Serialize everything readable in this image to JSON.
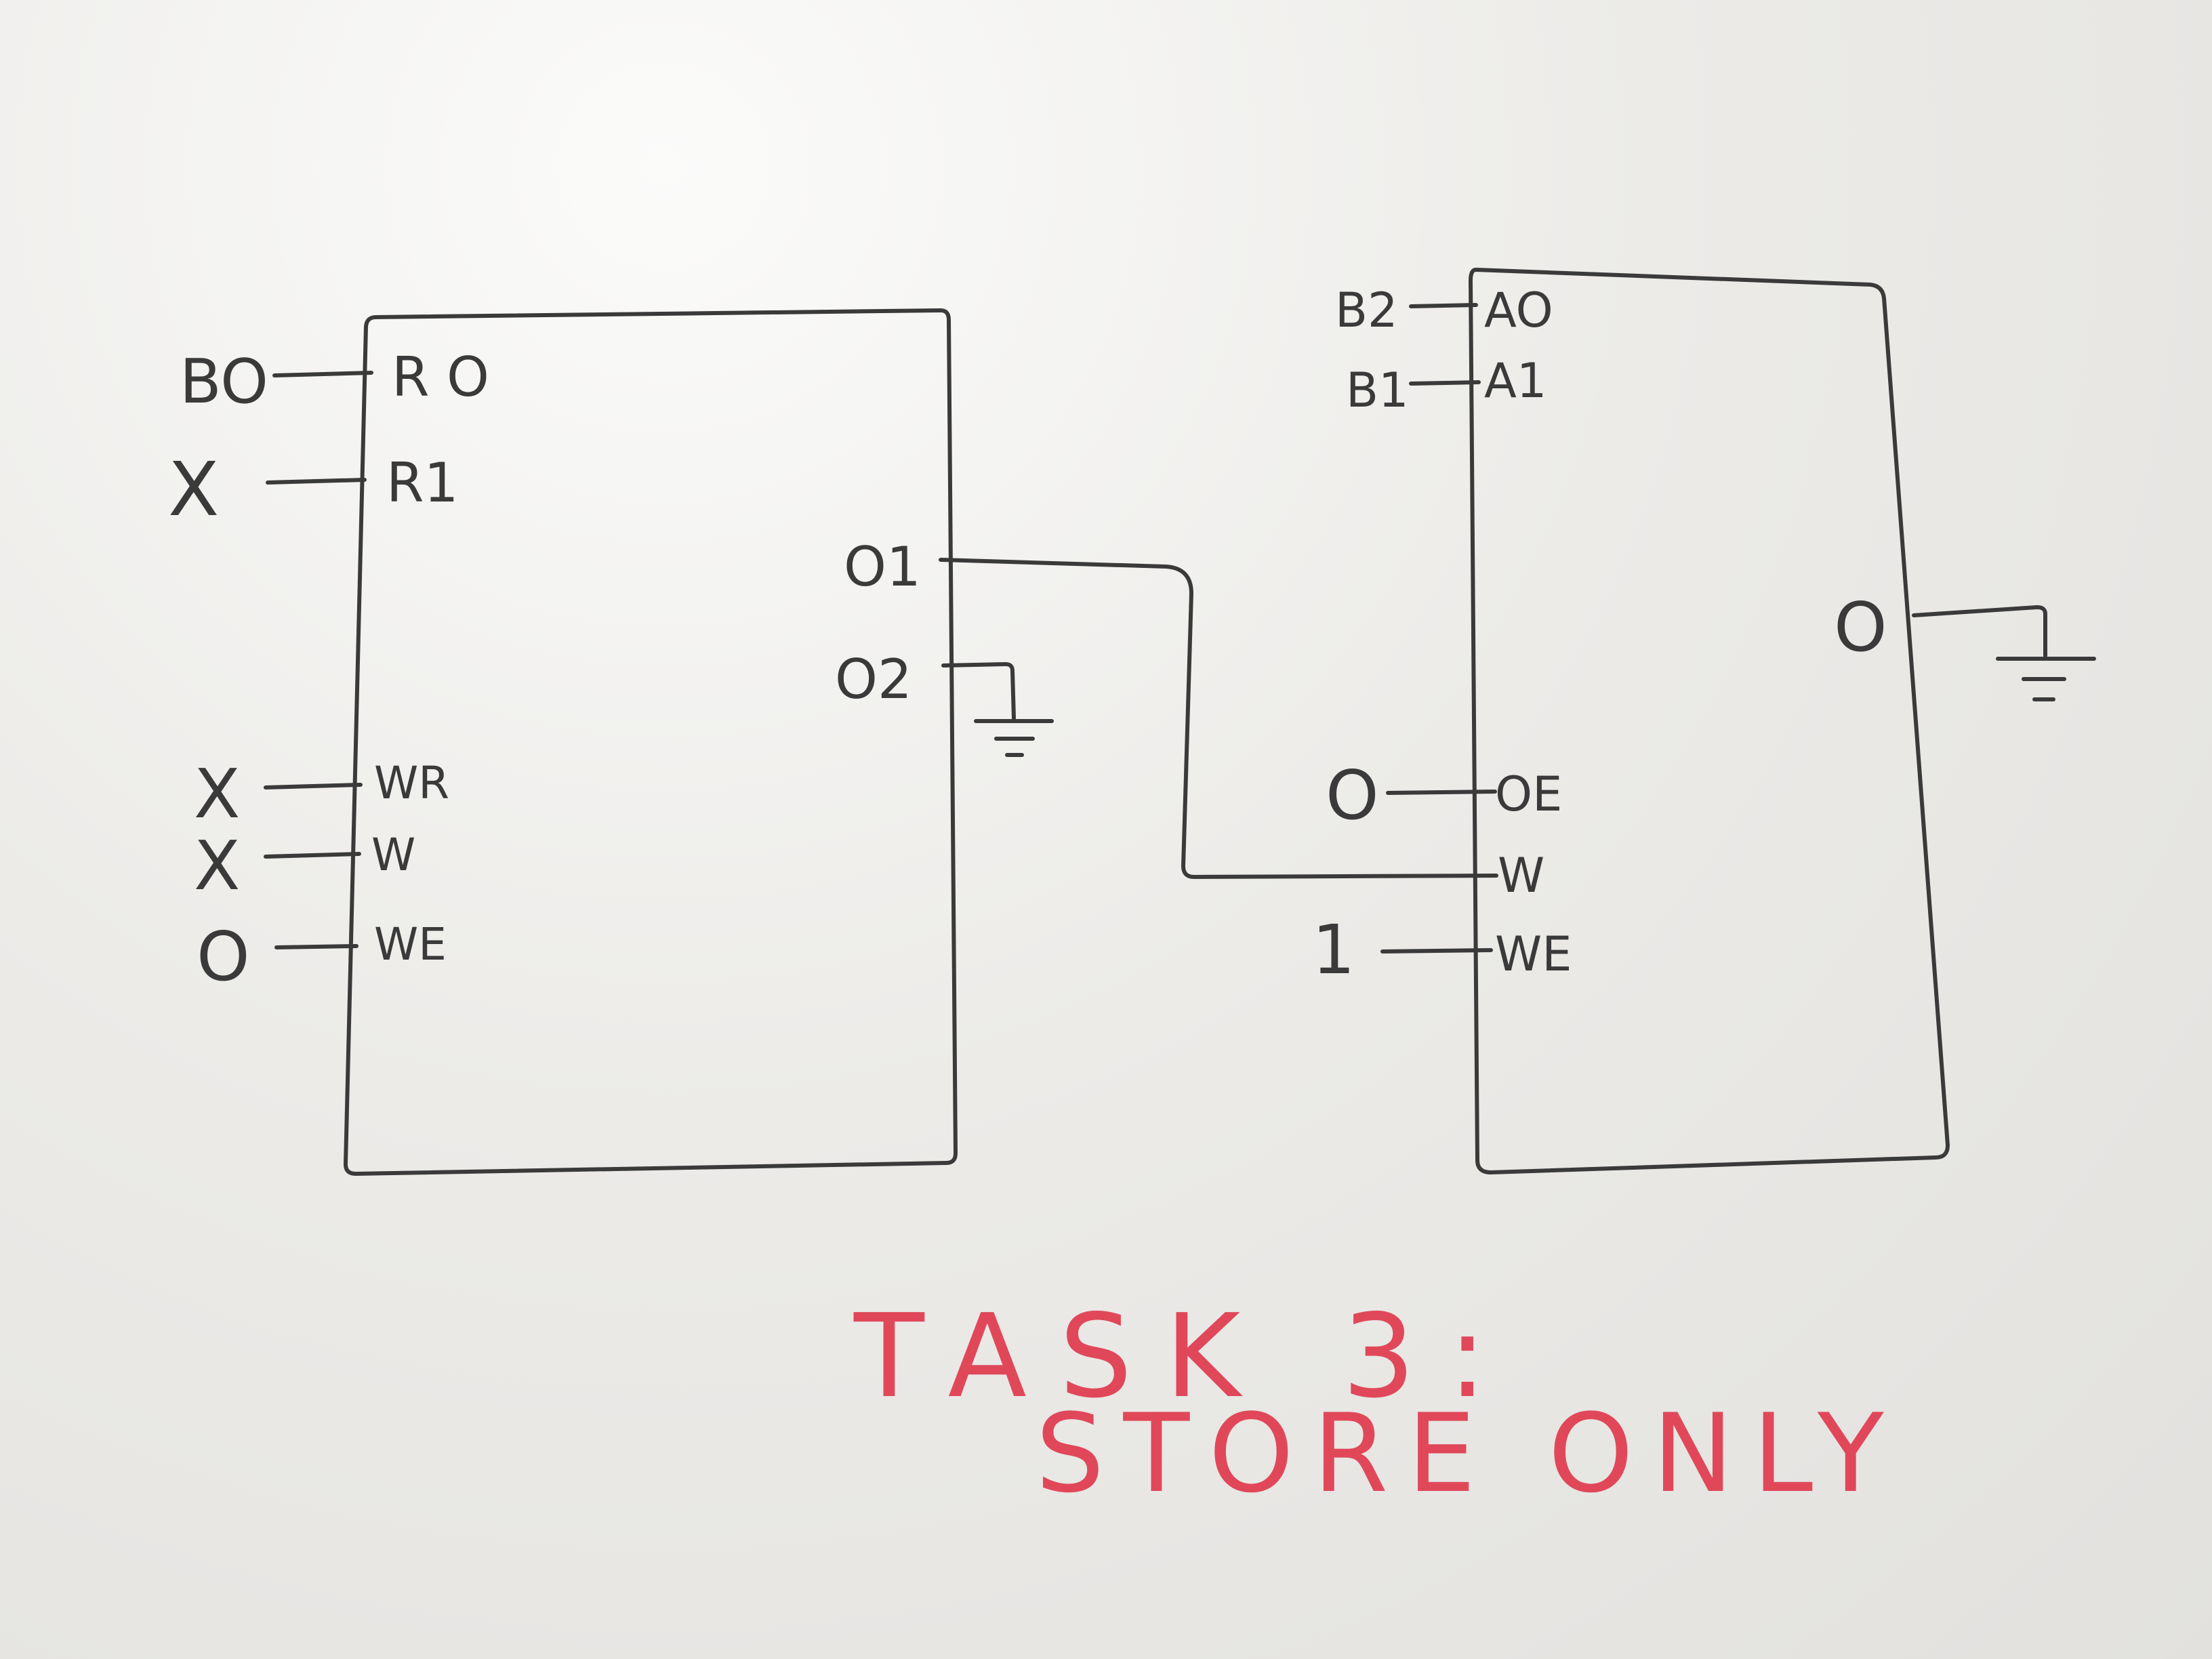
{
  "left_block": {
    "inputs": [
      {
        "signal": "BO",
        "pin": "R O"
      },
      {
        "signal": "X",
        "pin": "R1"
      },
      {
        "signal": "X",
        "pin": "WR"
      },
      {
        "signal": "X",
        "pin": "W"
      },
      {
        "signal": "O",
        "pin": "WE"
      }
    ],
    "outputs": [
      {
        "pin": "O1"
      },
      {
        "pin": "O2"
      }
    ]
  },
  "right_block": {
    "inputs": [
      {
        "signal": "B2",
        "pin": "AO"
      },
      {
        "signal": "B1",
        "pin": "A1"
      },
      {
        "signal": "O",
        "pin": "OE"
      },
      {
        "pin": "W"
      },
      {
        "signal": "1",
        "pin": "WE"
      }
    ],
    "outputs": [
      {
        "pin": "O"
      }
    ]
  },
  "connections": [
    {
      "from": "O1",
      "to": "W"
    }
  ],
  "caption": {
    "line1": "TASK 3:",
    "line2": "STORE ONLY",
    "color": "#e0485a"
  },
  "ink_color": "#3a3a3a"
}
